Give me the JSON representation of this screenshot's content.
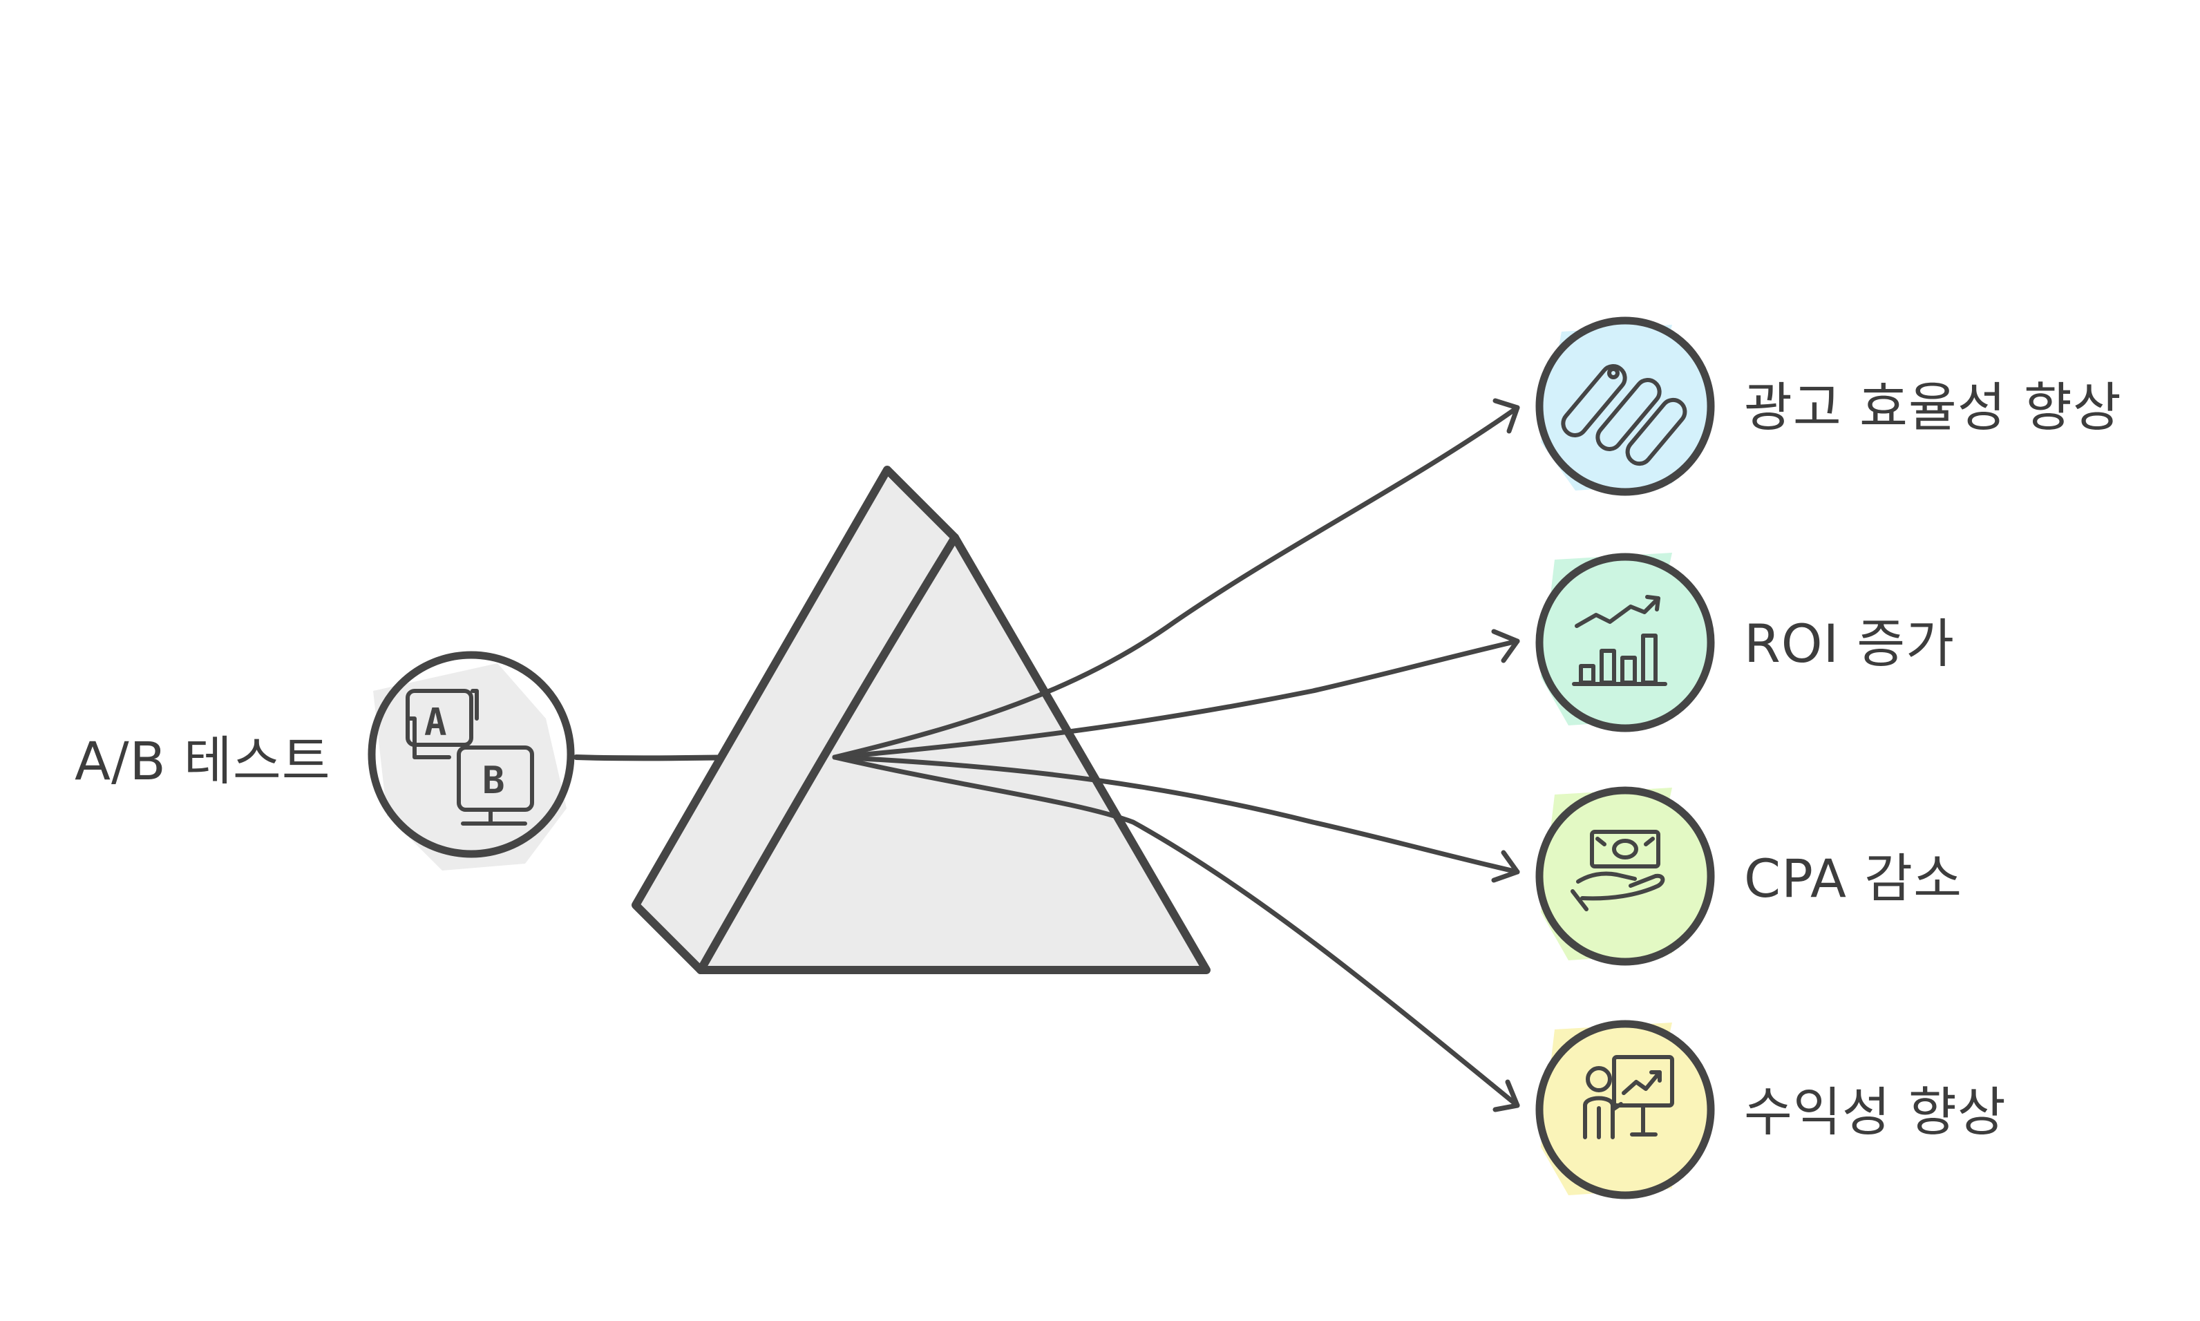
{
  "input": {
    "label": "A/B 테스트",
    "icon": "ab-test-icon",
    "icon_letters": [
      "A",
      "B"
    ]
  },
  "prism": {
    "fill": "#ebebeb"
  },
  "outputs": [
    {
      "label": "광고 효율성 향상",
      "icon": "tools-icon",
      "color": "#d4f1fb"
    },
    {
      "label": "ROI 증가",
      "icon": "growth-chart-icon",
      "color": "#ccf5e1"
    },
    {
      "label": "CPA 감소",
      "icon": "money-hand-icon",
      "color": "#e3f9c4"
    },
    {
      "label": "수익성 향상",
      "icon": "presentation-icon",
      "color": "#faf4b9"
    }
  ],
  "colors": {
    "stroke": "#454545",
    "text": "#3d3d3d"
  }
}
